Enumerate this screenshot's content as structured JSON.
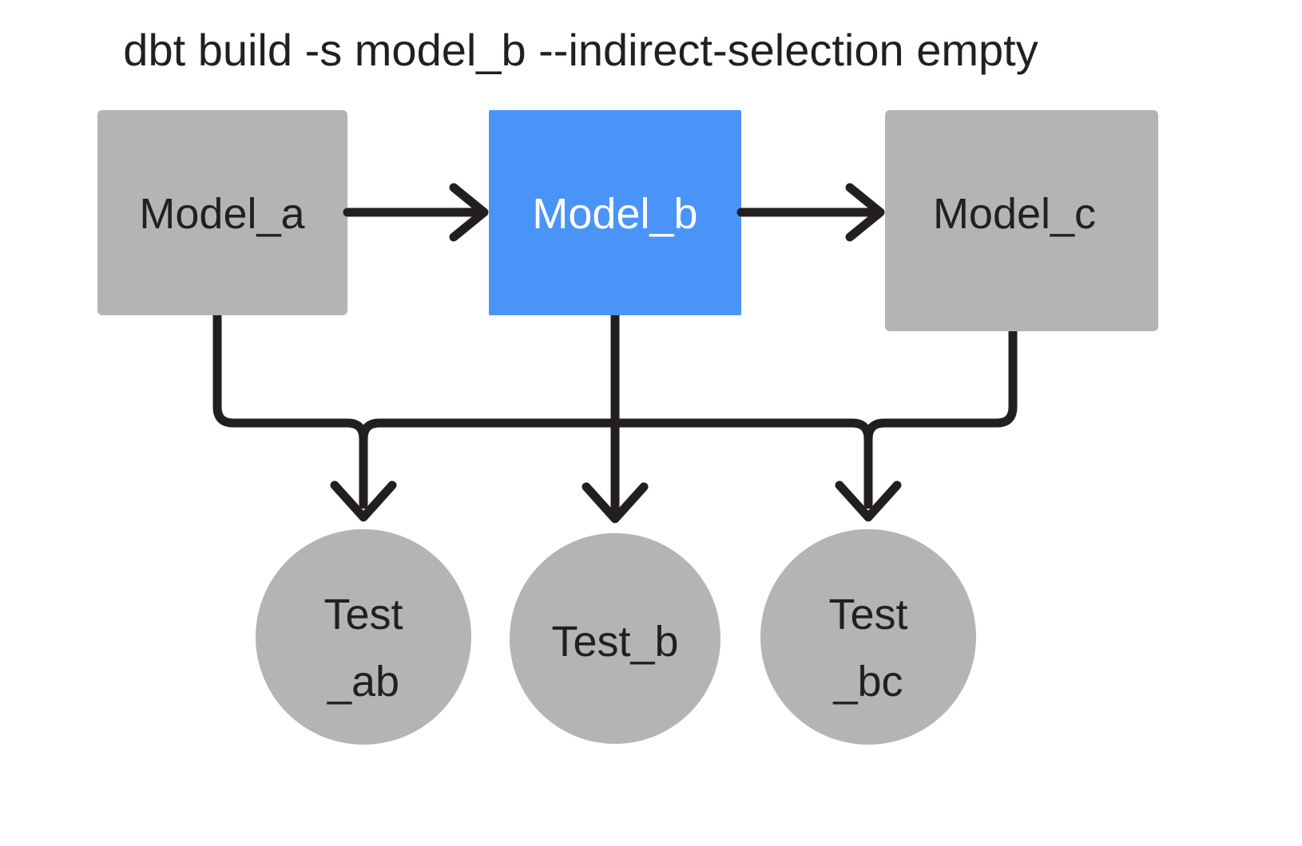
{
  "diagram": {
    "title": "dbt build -s model_b --indirect-selection empty",
    "type": "dag",
    "colors": {
      "background": "#ffffff",
      "node_default": "#b4b4b4",
      "node_selected": "#4a94f8",
      "edge": "#231f20",
      "label_dark": "#231f20",
      "label_light": "#ffffff"
    },
    "models": [
      {
        "id": "model_a",
        "label": "Model_a",
        "shape": "rect",
        "fill": "#b4b4b4",
        "text_color": "#231f20",
        "selected": false
      },
      {
        "id": "model_b",
        "label": "Model_b",
        "shape": "rect",
        "fill": "#4a94f8",
        "text_color": "#ffffff",
        "selected": true
      },
      {
        "id": "model_c",
        "label": "Model_c",
        "shape": "rect",
        "fill": "#b4b4b4",
        "text_color": "#231f20",
        "selected": false
      }
    ],
    "tests": [
      {
        "id": "test_ab",
        "label": "Test_ab",
        "line1": "Test",
        "line2": "_ab",
        "shape": "circle",
        "fill": "#b4b4b4",
        "text_color": "#231f20"
      },
      {
        "id": "test_b",
        "label": "Test_b",
        "line1": "Test_b",
        "line2": "",
        "shape": "circle",
        "fill": "#b4b4b4",
        "text_color": "#231f20"
      },
      {
        "id": "test_bc",
        "label": "Test_bc",
        "line1": "Test",
        "line2": "_bc",
        "shape": "circle",
        "fill": "#b4b4b4",
        "text_color": "#231f20"
      }
    ],
    "edges": [
      {
        "from": "model_a",
        "to": "model_b",
        "style": "arrow-right"
      },
      {
        "from": "model_b",
        "to": "model_c",
        "style": "arrow-right"
      },
      {
        "from": "model_a",
        "to": "test_ab",
        "style": "arrow-down-elbow"
      },
      {
        "from": "model_b",
        "to": "test_ab",
        "style": "arrow-down-elbow"
      },
      {
        "from": "model_b",
        "to": "test_b",
        "style": "arrow-down"
      },
      {
        "from": "model_b",
        "to": "test_bc",
        "style": "arrow-down-elbow"
      },
      {
        "from": "model_c",
        "to": "test_bc",
        "style": "arrow-down-elbow"
      }
    ]
  }
}
